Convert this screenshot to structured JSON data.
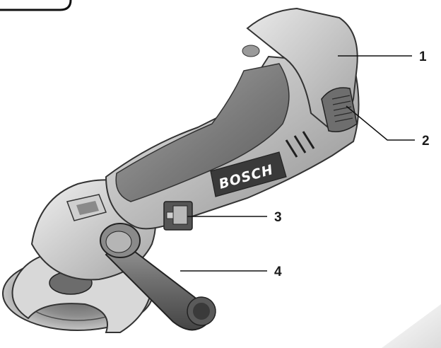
{
  "brand": {
    "label": "BOSCH"
  },
  "callouts": [
    {
      "number": "1",
      "part": "battery-pack"
    },
    {
      "number": "2",
      "part": "battery-release-button"
    },
    {
      "number": "3",
      "part": "on-off-switch"
    },
    {
      "number": "4",
      "part": "auxiliary-handle"
    }
  ]
}
